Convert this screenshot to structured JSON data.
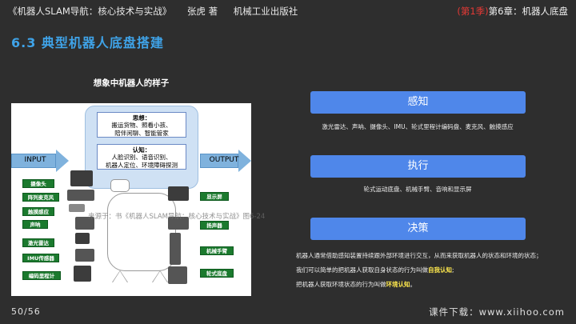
{
  "header": {
    "book": "《机器人SLAM导航：核心技术与实战》",
    "author": "张虎 著",
    "publisher": "机械工业出版社",
    "season": "(第1季)",
    "chapter": "第6章：机器人底盘"
  },
  "section_title": "6.3  典型机器人底盘搭建",
  "diagram": {
    "title": "想象中机器人的样子",
    "input_label": "INPUT",
    "output_label": "OUTPUT",
    "think": {
      "title": "思想：",
      "line1": "搬运货物、照看小孩、",
      "line2": "陪伴闲聊、智能管家"
    },
    "cognition": {
      "title": "认知：",
      "line1": "人脸识别、语音识别、",
      "line2": "机器人定位、环境障碍探测"
    },
    "inputs": [
      "摄像头",
      "阵列麦克风",
      "触摸感应",
      "声呐",
      "激光雷达",
      "IMU传感器",
      "编码里程计"
    ],
    "outputs": [
      "显示屏",
      "扬声器",
      "机械手臂",
      "轮式底盘"
    ],
    "watermark": "来源于：书《机器人SLAM导航：核心技术与实战》图6-24"
  },
  "right": {
    "perception": {
      "label": "感知",
      "desc": "激光雷达、声呐、摄像头、IMU、轮式里程计编码盘、麦克风、触摸感应"
    },
    "execution": {
      "label": "执行",
      "desc": "轮式运动底盘、机械手臂、音响和显示屏"
    },
    "decision": {
      "label": "决策",
      "line1": "机器人通常借助感知装置持续跟外部环境进行交互，从而来获取机器人的状态和环境的状态；",
      "line2_pre": "我们可以简单的把机器人获取自身状态的行为叫做",
      "line2_hl": "自我认知",
      "line2_post": ";",
      "line3_pre": "把机器人获取环境状态的行为叫做",
      "line3_hl": "环境认知",
      "line3_post": "。"
    }
  },
  "footer": {
    "page": "50/56",
    "download": "课件下载：www.xiihoo.com"
  }
}
